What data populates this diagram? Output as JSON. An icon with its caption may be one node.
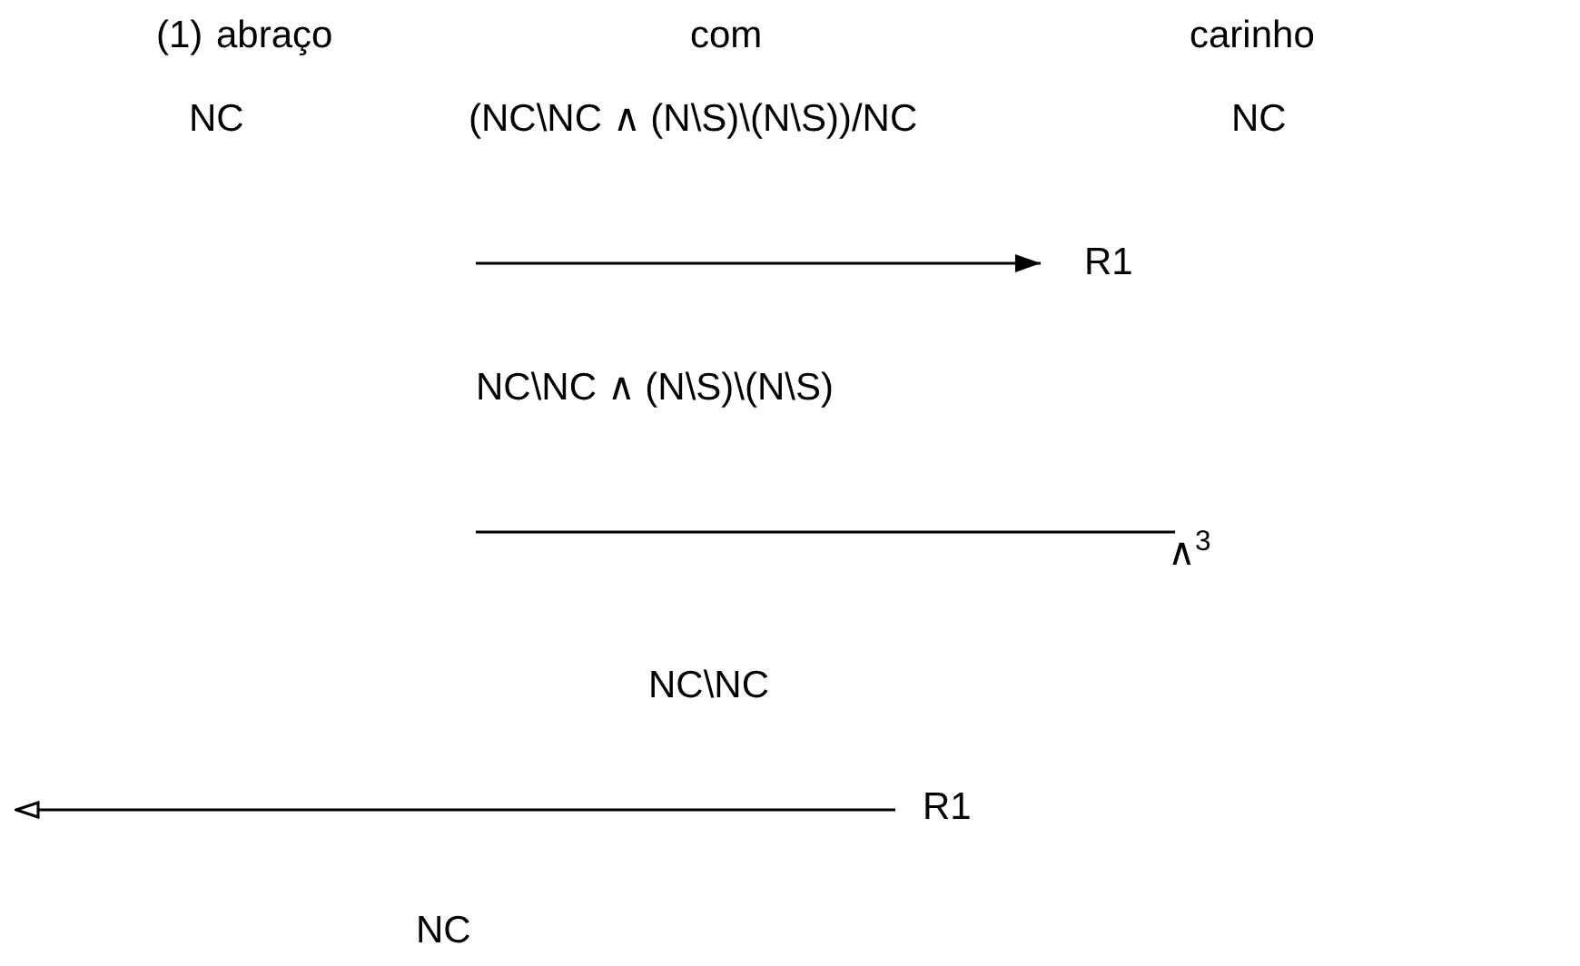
{
  "diagram": {
    "labels": [
      "(1)",
      "abraço",
      "com",
      "carinho",
      "NC",
      "(NC\\NC ∧ (N\\S)\\(N\\S))/NC",
      "NC",
      "R1",
      "NC\\NC ∧ (N\\S)\\(N\\S)",
      "∧$^{3}$",
      "NC\\NC",
      "R1",
      "NC"
    ]
  }
}
